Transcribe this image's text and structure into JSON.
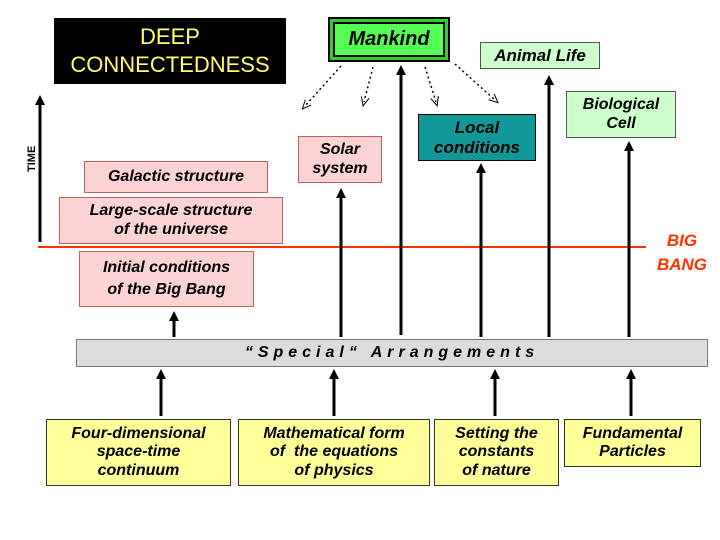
{
  "title": {
    "line1": "DEEP",
    "line2": "CONNECTEDNESS"
  },
  "time_label": "TIME",
  "big_bang": {
    "line1": "BIG",
    "line2": "BANG"
  },
  "top_nodes": {
    "mankind": "Mankind",
    "animal_life": "Animal Life",
    "biological_cell": [
      "Biological",
      "Cell"
    ],
    "local_conditions": [
      "Local",
      "conditions"
    ],
    "solar_system": [
      "Solar",
      "system"
    ]
  },
  "cosmic_nodes": {
    "galactic_structure": "Galactic structure",
    "large_scale_structure": [
      "Large-scale structure",
      "of the universe"
    ],
    "initial_conditions": [
      "Initial conditions",
      "of the Big Bang"
    ]
  },
  "special_arrangements": "“Special“ Arrangements",
  "foundations": [
    [
      "Four-dimensional",
      "space-time",
      "continuum"
    ],
    [
      "Mathematical form",
      "of  the equations",
      "of physics"
    ],
    [
      "Setting the",
      "constants",
      "of nature"
    ],
    [
      "Fundamental",
      "Particles"
    ]
  ],
  "colors": {
    "title_bg": "#000000",
    "title_text": "#ffff66",
    "mankind": "#55ff55",
    "light_green": "#ccffcc",
    "teal": "#119999",
    "pink": "#fbd3d3",
    "yellow": "#ffff99",
    "gray_bar": "#dcdcdc",
    "big_bang_line": "#ff3300"
  }
}
